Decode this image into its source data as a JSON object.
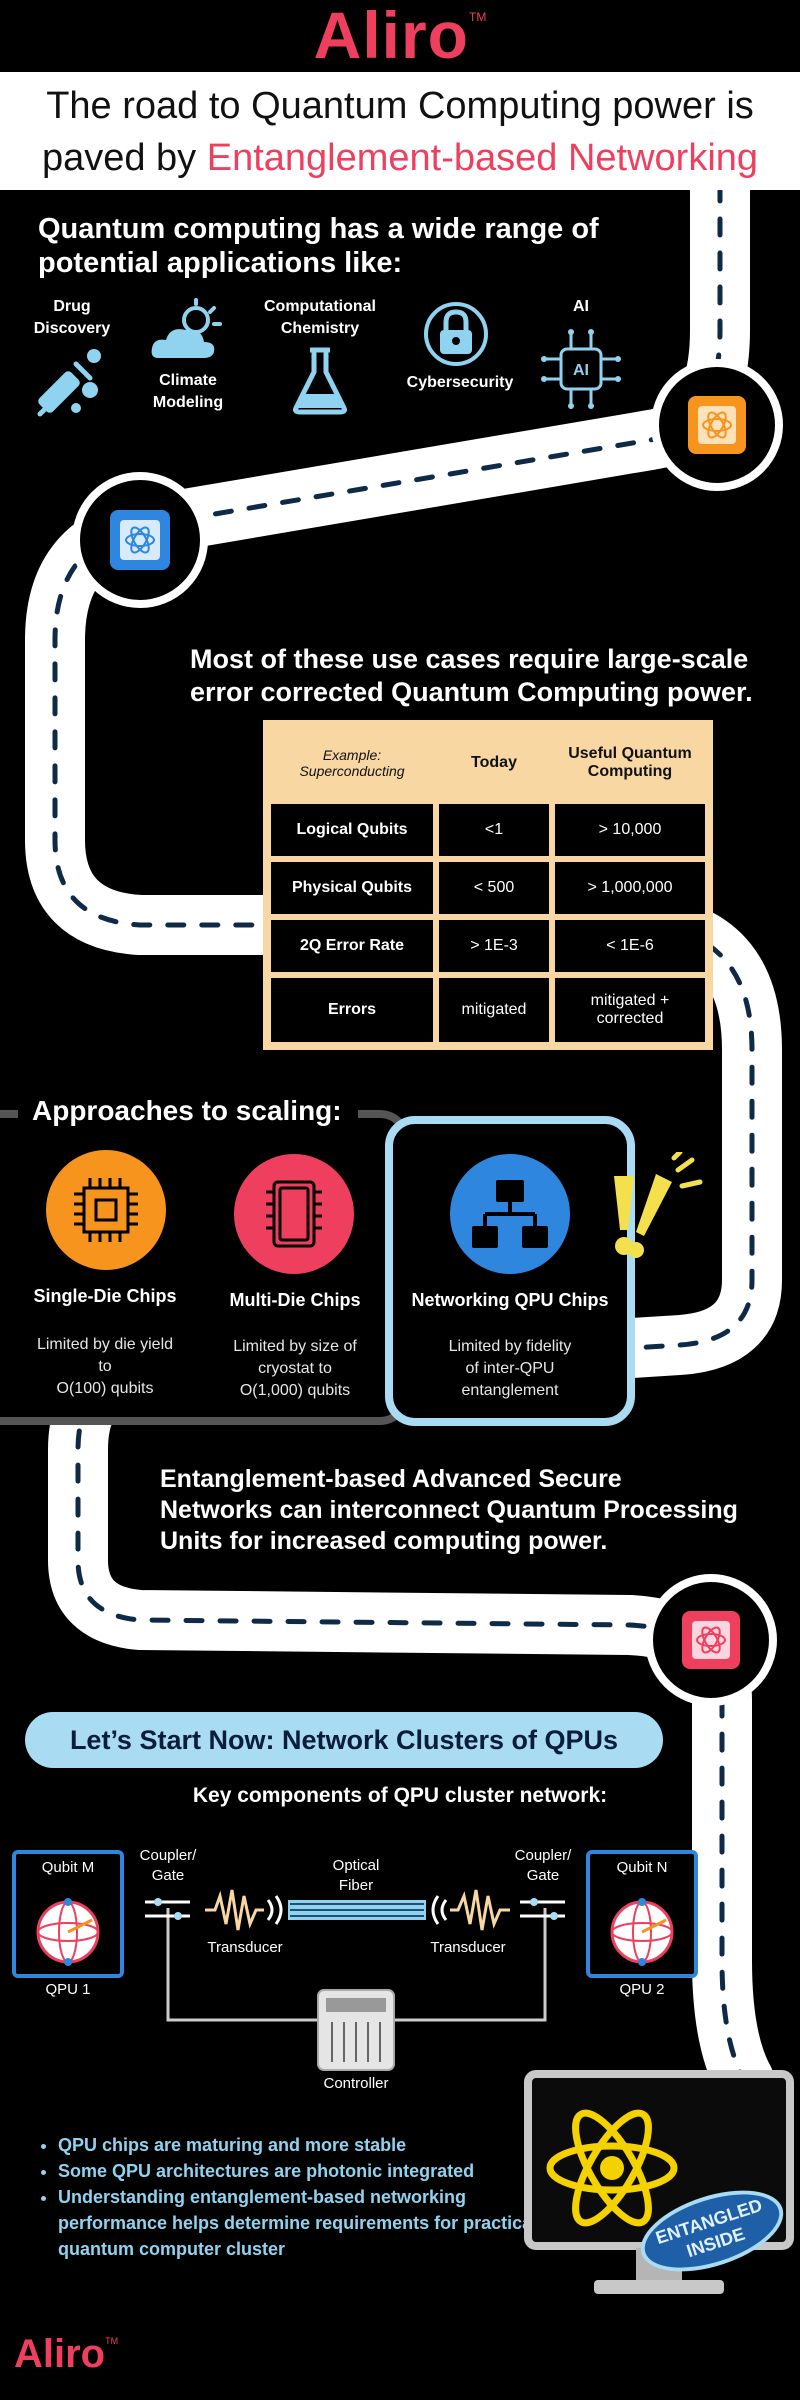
{
  "brand": {
    "name": "Aliro",
    "tm": "TM"
  },
  "title": {
    "line1": "The road to Quantum Computing power is",
    "line2_plain": "paved by ",
    "line2_highlight": "Entanglement-based Networking"
  },
  "applications": {
    "heading_line1": "Quantum computing has a wide range of",
    "heading_line2": "potential applications like:",
    "items": [
      {
        "label1": "Drug",
        "label2": "Discovery",
        "icon": "syringe-icon"
      },
      {
        "label1": "Climate",
        "label2": "Modeling",
        "icon": "weather-icon"
      },
      {
        "label1": "Computational",
        "label2": "Chemistry",
        "icon": "flask-icon"
      },
      {
        "label1": "Cybersecurity",
        "label2": "",
        "icon": "lock-icon"
      },
      {
        "label1": "AI",
        "label2": "",
        "icon": "ai-chip-icon"
      }
    ]
  },
  "scale": {
    "heading_line1": "Most of these use cases require large-scale",
    "heading_line2": "error corrected Quantum Computing power."
  },
  "table": {
    "corner_line1": "Example:",
    "corner_line2": "Superconducting",
    "col1": "Today",
    "col2": "Useful Quantum Computing",
    "rows": [
      {
        "label": "Logical Qubits",
        "today": "<1",
        "useful": "> 10,000"
      },
      {
        "label": "Physical Qubits",
        "today": "< 500",
        "useful": "> 1,000,000"
      },
      {
        "label": "2Q Error Rate",
        "today": "> 1E-3",
        "useful": "< 1E-6"
      },
      {
        "label": "Errors",
        "today": "mitigated",
        "useful": "mitigated + corrected"
      }
    ]
  },
  "approaches": {
    "heading": "Approaches to scaling:",
    "items": [
      {
        "title": "Single-Die Chips",
        "desc1": "Limited by die yield",
        "desc2": "to",
        "desc3": "O(100) qubits",
        "color": "#f7941d"
      },
      {
        "title": "Multi-Die Chips",
        "desc1": "Limited by size of",
        "desc2": "cryostat to",
        "desc3": "O(1,000) qubits",
        "color": "#ef3f5f"
      },
      {
        "title": "Networking QPU Chips",
        "desc1": "Limited by fidelity",
        "desc2": "of inter-QPU",
        "desc3": "entanglement",
        "color": "#2e86de"
      }
    ]
  },
  "networks": {
    "line1": "Entanglement-based Advanced Secure",
    "line2": "Networks can interconnect Quantum Processing",
    "line3": "Units for increased computing power."
  },
  "cluster": {
    "pill": "Let’s Start Now: Network Clusters of QPUs",
    "subheading": "Key components of QPU cluster network:",
    "qubit_m": "Qubit M",
    "qubit_n": "Qubit N",
    "qpu1": "QPU 1",
    "qpu2": "QPU 2",
    "coupler_l1": "Coupler/",
    "coupler_l2": "Gate",
    "optical_l1": "Optical",
    "optical_l2": "Fiber",
    "transducer": "Transducer",
    "controller": "Controller"
  },
  "bullets": [
    "QPU chips are maturing and more stable",
    "Some QPU architectures are photonic integrated",
    "Understanding entanglement-based networking performance helps determine requirements for practical quantum computer cluster"
  ],
  "monitor": {
    "line1": "ENTANGLED",
    "line2": "INSIDE"
  },
  "colors": {
    "pink": "#ef3f5f",
    "orange": "#f7941d",
    "blue": "#2e86de",
    "light_blue": "#a9dcf2",
    "tan": "#f8d7a2"
  }
}
